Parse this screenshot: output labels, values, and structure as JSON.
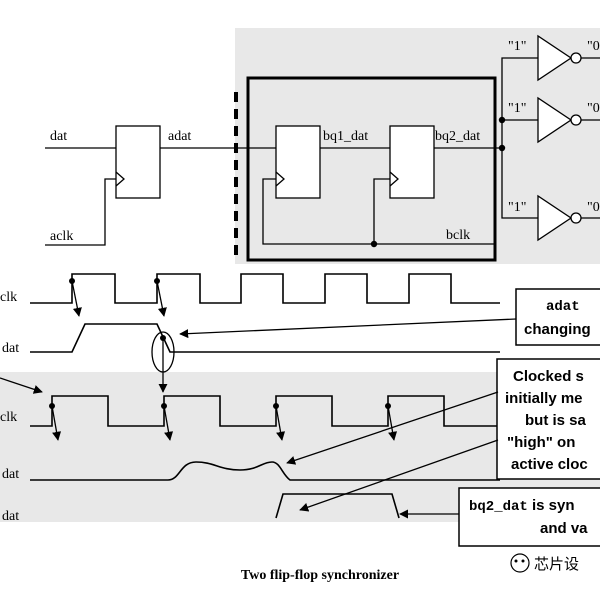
{
  "caption": "Two flip-flop synchronizer",
  "watermark": "芯片设",
  "circuit": {
    "input_signal": "dat",
    "input_clock": "aclk",
    "async_output": "adat",
    "stage1_output": "bq1_dat",
    "stage2_output": "bq2_dat",
    "sync_clock": "bclk",
    "inverter_inputs": [
      "\"1\"",
      "\"1\"",
      "\"1\""
    ],
    "inverter_outputs": [
      "\"0",
      "\"0",
      "\"0"
    ]
  },
  "waveforms": {
    "labels": [
      "clk",
      "dat",
      "clk",
      "dat",
      "dat"
    ]
  },
  "callouts": {
    "adat_box": [
      "adat",
      "changing"
    ],
    "clocked_box": [
      "Clocked s",
      "initially me",
      "but is sa",
      "\"high\" on",
      "active cloc"
    ],
    "bq2_box": [
      "bq2_dat",
      " is syn",
      "and va"
    ]
  },
  "colors": {
    "shade": "#e8e8e8",
    "ink": "#000000"
  }
}
